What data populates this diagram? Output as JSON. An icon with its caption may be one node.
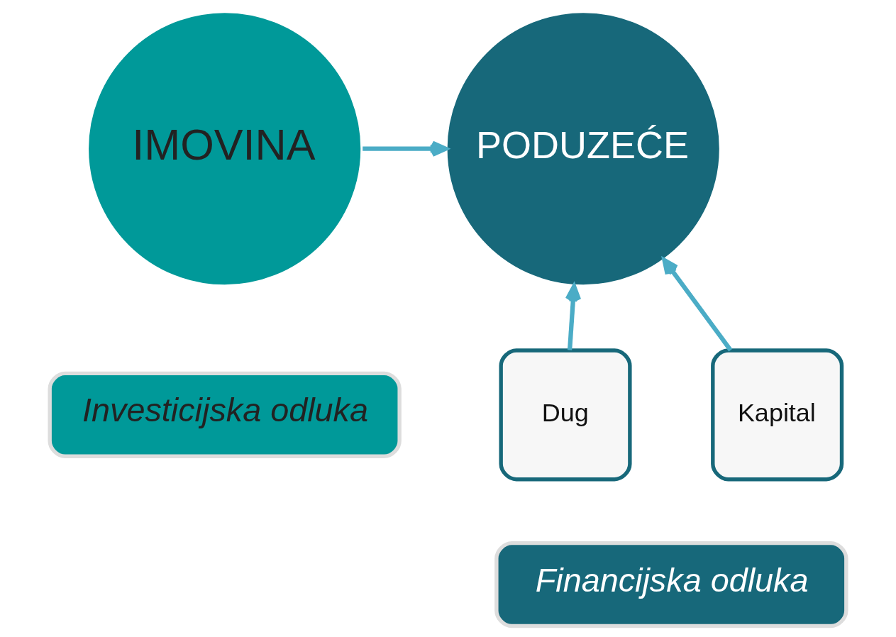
{
  "diagram": {
    "nodes": [
      {
        "text": [
          "IMOVINA"
        ]
      },
      {
        "text": [
          "PODUZEĆE"
        ]
      },
      {
        "text": [
          "Investicijska odluka"
        ]
      },
      {
        "text": [
          "Dug"
        ]
      },
      {
        "text": [
          "Kapital"
        ]
      },
      {
        "text": [
          "Financijska odluka"
        ]
      }
    ],
    "edges": [
      {
        "from": 0,
        "to": 1,
        "arrow": "to"
      },
      {
        "from": 3,
        "to": 1,
        "arrow": "to"
      },
      {
        "from": 4,
        "to": 1,
        "arrow": "to"
      }
    ]
  }
}
